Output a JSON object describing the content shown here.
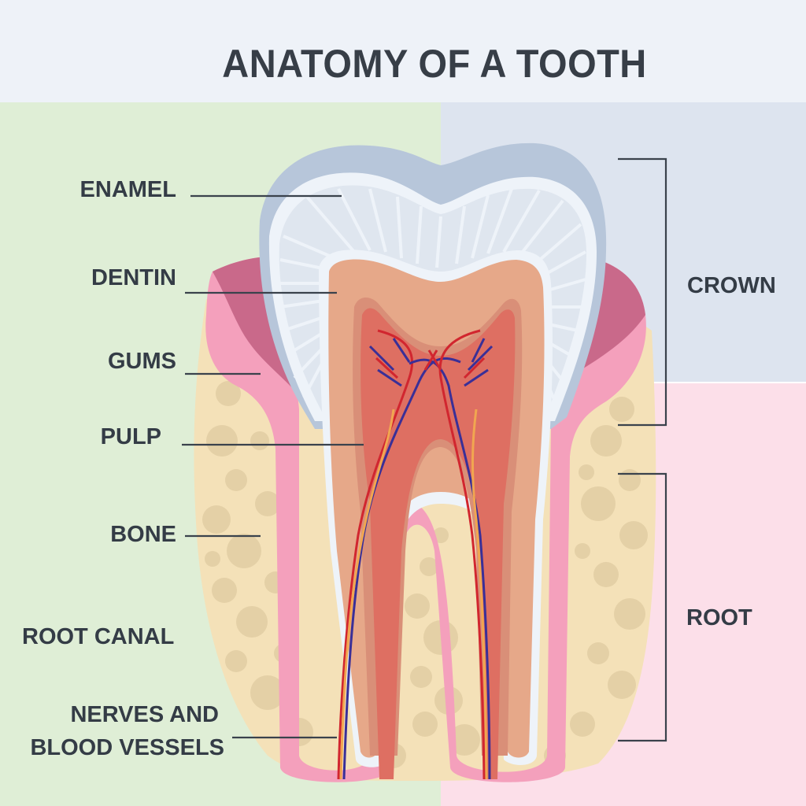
{
  "title": "ANATOMY OF A TOOTH",
  "labels": {
    "enamel": "ENAMEL",
    "dentin": "DENTIN",
    "gums": "GUMS",
    "pulp": "PULP",
    "bone": "BONE",
    "root_canal": "ROOT CANAL",
    "nerves_line1": "NERVES AND",
    "nerves_line2": "BLOOD VESSELS"
  },
  "sections": {
    "crown": "CROWN",
    "root": "ROOT"
  },
  "colors": {
    "text": "#343c46",
    "background_left": "#dfeed6",
    "background_crown": "#dde4ef",
    "background_root": "#fcdfe9",
    "enamel_outer": "#b7c6da",
    "enamel_inner": "#dfe6ef",
    "dentin": "#e6a889",
    "pulp": "#de6f62",
    "gums": "#f4a0bc",
    "gums_dark": "#c9698a",
    "bone": "#f4e1b8",
    "bone_spots": "#e4d0a6",
    "artery": "#d1262f",
    "vein": "#3a2f97",
    "nerve": "#f1a650"
  }
}
